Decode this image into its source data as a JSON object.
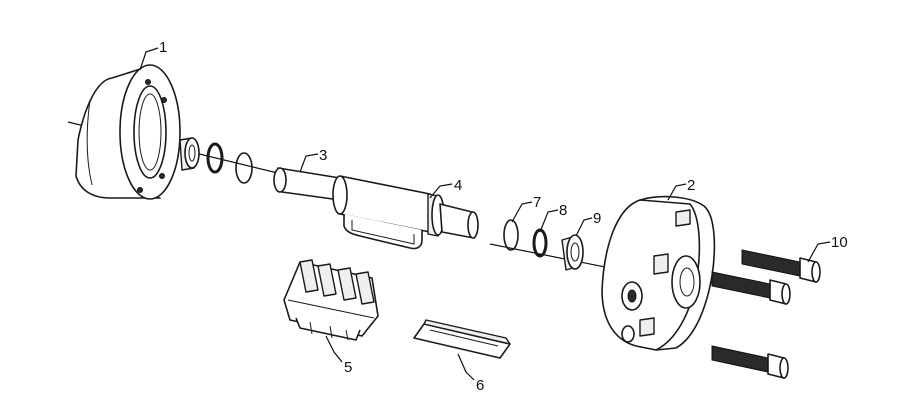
{
  "callouts": [
    {
      "id": "1",
      "text": "1"
    },
    {
      "id": "2",
      "text": "2"
    },
    {
      "id": "3",
      "text": "3"
    },
    {
      "id": "4",
      "text": "4"
    },
    {
      "id": "5",
      "text": "5"
    },
    {
      "id": "6",
      "text": "6"
    },
    {
      "id": "7",
      "text": "7"
    },
    {
      "id": "8",
      "text": "8"
    },
    {
      "id": "9",
      "text": "9"
    },
    {
      "id": "10",
      "text": "10"
    }
  ]
}
